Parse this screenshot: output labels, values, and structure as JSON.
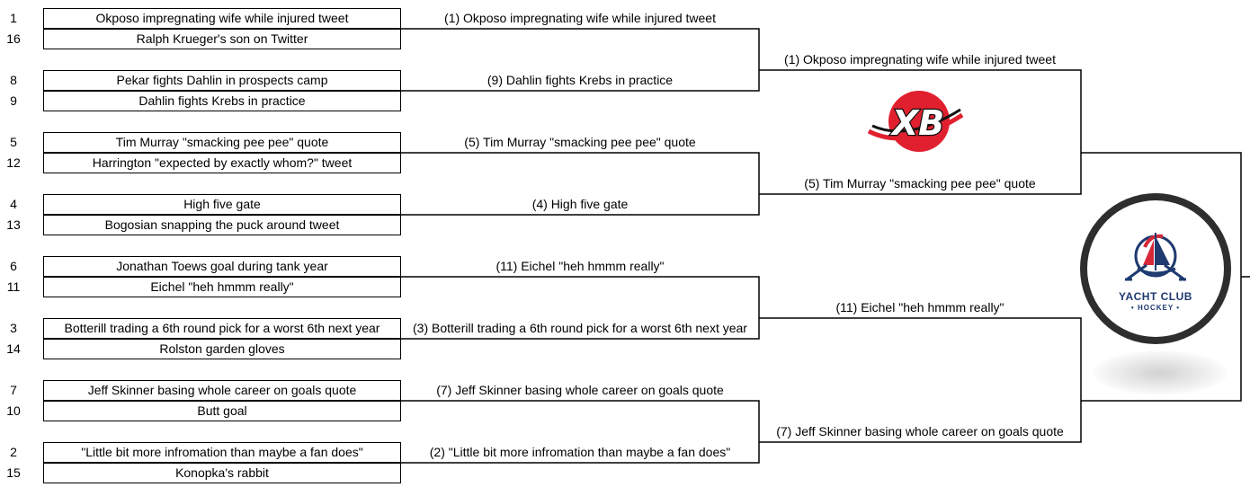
{
  "bracket": {
    "round1": [
      {
        "top": {
          "seed": "1",
          "name": "Okposo impregnating wife while injured tweet"
        },
        "bottom": {
          "seed": "16",
          "name": "Ralph Krueger's son on Twitter"
        }
      },
      {
        "top": {
          "seed": "8",
          "name": "Pekar fights Dahlin in prospects camp"
        },
        "bottom": {
          "seed": "9",
          "name": "Dahlin fights Krebs in practice"
        }
      },
      {
        "top": {
          "seed": "5",
          "name": "Tim Murray \"smacking pee pee\" quote"
        },
        "bottom": {
          "seed": "12",
          "name": "Harrington \"expected by exactly whom?\" tweet"
        }
      },
      {
        "top": {
          "seed": "4",
          "name": "High five gate"
        },
        "bottom": {
          "seed": "13",
          "name": "Bogosian snapping the puck around tweet"
        }
      },
      {
        "top": {
          "seed": "6",
          "name": "Jonathan Toews goal during tank year"
        },
        "bottom": {
          "seed": "11",
          "name": "Eichel \"heh hmmm really\""
        }
      },
      {
        "top": {
          "seed": "3",
          "name": "Botterill trading a 6th round pick for a worst 6th next year"
        },
        "bottom": {
          "seed": "14",
          "name": "Rolston garden gloves"
        }
      },
      {
        "top": {
          "seed": "7",
          "name": "Jeff Skinner basing whole career on goals quote"
        },
        "bottom": {
          "seed": "10",
          "name": "Butt goal"
        }
      },
      {
        "top": {
          "seed": "2",
          "name": "\"Little bit more infromation than maybe a fan does\""
        },
        "bottom": {
          "seed": "15",
          "name": "Konopka's rabbit"
        }
      }
    ],
    "round2": [
      "(1) Okposo impregnating wife while injured tweet",
      "(9) Dahlin fights Krebs in practice",
      "(5) Tim Murray \"smacking pee pee\" quote",
      "(4) High five gate",
      "(11) Eichel \"heh hmmm really\"",
      "(3) Botterill trading a 6th round pick for a worst 6th next year",
      "(7) Jeff Skinner basing whole career on goals quote",
      "(2) \"Little bit more infromation than maybe a fan does\""
    ],
    "round3": [
      "(1) Okposo impregnating wife while injured tweet",
      "(5) Tim Murray \"smacking pee pee\" quote",
      "(11) Eichel \"heh hmmm really\"",
      "(7) Jeff Skinner basing whole career on goals quote"
    ]
  },
  "logos": {
    "xb": {
      "text": "XB",
      "icon": "xb-logo-icon",
      "color": "#e0202e"
    },
    "yacht_club": {
      "title": "YACHT CLUB",
      "subtitle": "• HOCKEY •",
      "icon": "sailboat-icon",
      "navy": "#1f3a70",
      "red": "#d62839"
    }
  },
  "colors": {
    "line": "#000000",
    "background": "#ffffff"
  }
}
